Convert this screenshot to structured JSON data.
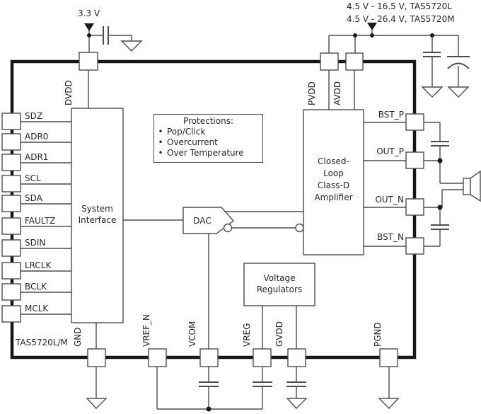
{
  "supplies": {
    "dvdd": "3.3 V",
    "pvdd_line1": "4.5 V - 16.5 V, TAS5720L",
    "pvdd_line2": "4.5 V - 26.4 V, TAS5720M"
  },
  "chip_label": "TAS5720L/M",
  "pins": {
    "left": [
      "SDZ",
      "ADR0",
      "ADR1",
      "SCL",
      "SDA",
      "FAULTZ",
      "SDIN",
      "LRCLK",
      "BCLK",
      "MCLK"
    ],
    "top": [
      "DVDD",
      "PVDD",
      "AVDD"
    ],
    "right": [
      "BST_P",
      "OUT_P",
      "OUT_N",
      "BST_N"
    ],
    "bottom": [
      "GND",
      "VREF_N",
      "VCOM",
      "VREG",
      "GVDD",
      "PGND"
    ]
  },
  "blocks": {
    "system_interface": "System Interface",
    "dac": "DAC",
    "class_d_amplifier": "Closed-\nLoop\nClass-D\nAmplifier",
    "voltage_regulators": "Voltage\nRegulators"
  },
  "protections": {
    "title": "Protections:",
    "bullet": "•",
    "items": [
      "Pop/Click",
      "Overcurrent",
      "Over Temperature"
    ]
  },
  "colors": {
    "wire": "#4d4d4d",
    "border": "#161616",
    "text": "#25272b",
    "background": "#ffffff"
  }
}
